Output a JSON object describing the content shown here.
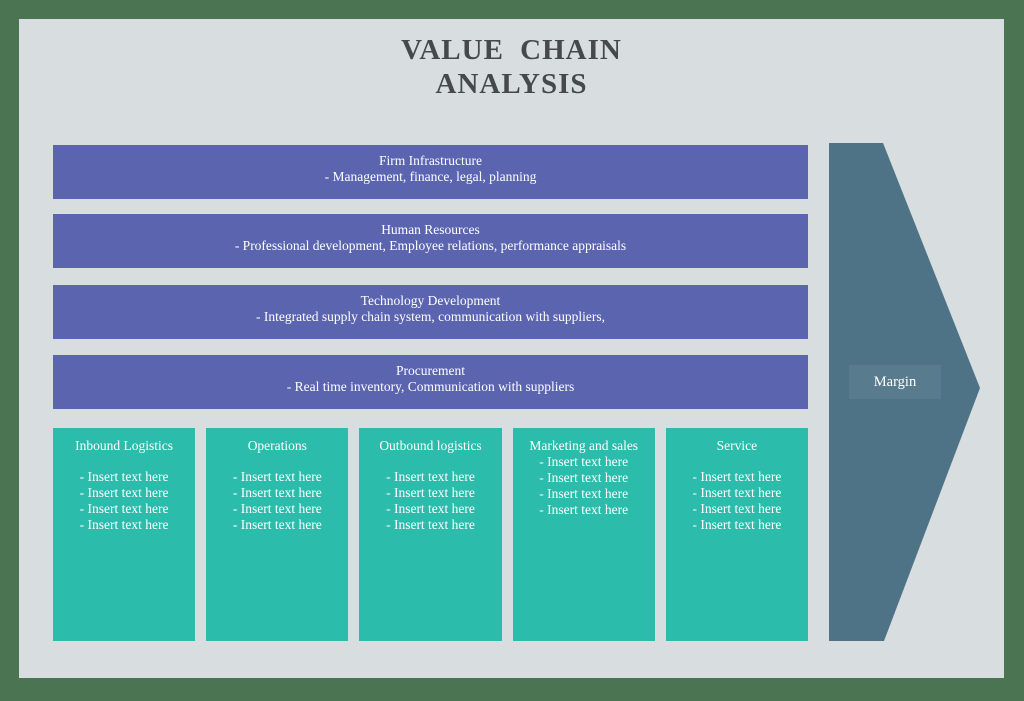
{
  "title": {
    "line1": "VALUE CHAIN",
    "line2": "ANALYSIS"
  },
  "support_activities": [
    {
      "name": "Firm Infrastructure",
      "detail": "- Management, finance, legal, planning"
    },
    {
      "name": "Human Resources",
      "detail": "- Professional development, Employee relations, performance appraisals"
    },
    {
      "name": "Technology Development",
      "detail": "- Integrated supply chain system, communication with suppliers,"
    },
    {
      "name": "Procurement",
      "detail": "- Real time inventory, Communication with suppliers"
    }
  ],
  "primary_activities": [
    {
      "name": "Inbound Logistics",
      "items": [
        "- Insert text here",
        "- Insert text here",
        "- Insert text here",
        "- Insert text here"
      ]
    },
    {
      "name": "Operations",
      "items": [
        "- Insert text here",
        "- Insert text here",
        "- Insert text here",
        "- Insert text here"
      ]
    },
    {
      "name": "Outbound logistics",
      "items": [
        "- Insert text here",
        "- Insert text here",
        "- Insert text here",
        "- Insert text here"
      ]
    },
    {
      "name": "Marketing and sales",
      "items": [
        "- Insert text here",
        "- Insert text here",
        "- Insert text here",
        "- Insert text here"
      ]
    },
    {
      "name": "Service",
      "items": [
        "- Insert text here",
        "- Insert text here",
        "- Insert text here",
        "- Insert text here"
      ]
    }
  ],
  "margin": {
    "label": "Margin"
  },
  "colors": {
    "frame_border": "#4A7452",
    "background": "#D8DDE0",
    "support_bar": "#5A64AF",
    "primary_column": "#2BBCAC",
    "margin_arrow": "#4E7386",
    "title_text": "#45494C",
    "box_text": "#FFFFFF"
  }
}
